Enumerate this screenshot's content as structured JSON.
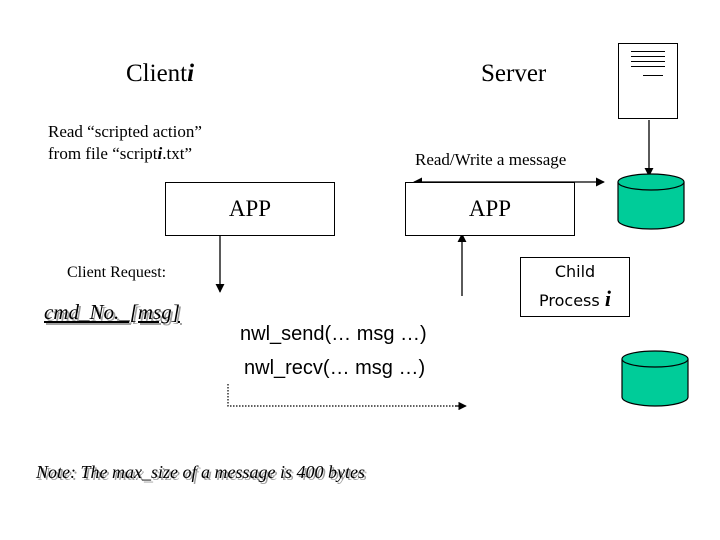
{
  "client": {
    "title": "Client",
    "index": "i"
  },
  "server": {
    "title": "Server"
  },
  "read_action": {
    "line1": "Read “scripted action”",
    "line2_pre": "from file “script",
    "line2_idx": "i",
    "line2_post": ".txt”"
  },
  "read_write": "Read/Write a message",
  "app_left": "APP",
  "app_right": "APP",
  "client_request": "Client Request:",
  "cmd": "cmd_No._[msg]",
  "child_process": {
    "line1": "Child",
    "line2": "Process",
    "index": "i"
  },
  "nwl_send": "nwl_send(… msg …)",
  "nwl_recv": "nwl_recv(… msg …)",
  "note": "Note: The max_size of a message is 400 bytes",
  "colors": {
    "database": "#00cc99",
    "line": "#000000",
    "shadow": "#a0a0a0"
  },
  "icons": [
    "document-icon",
    "database-icon",
    "database-icon"
  ]
}
